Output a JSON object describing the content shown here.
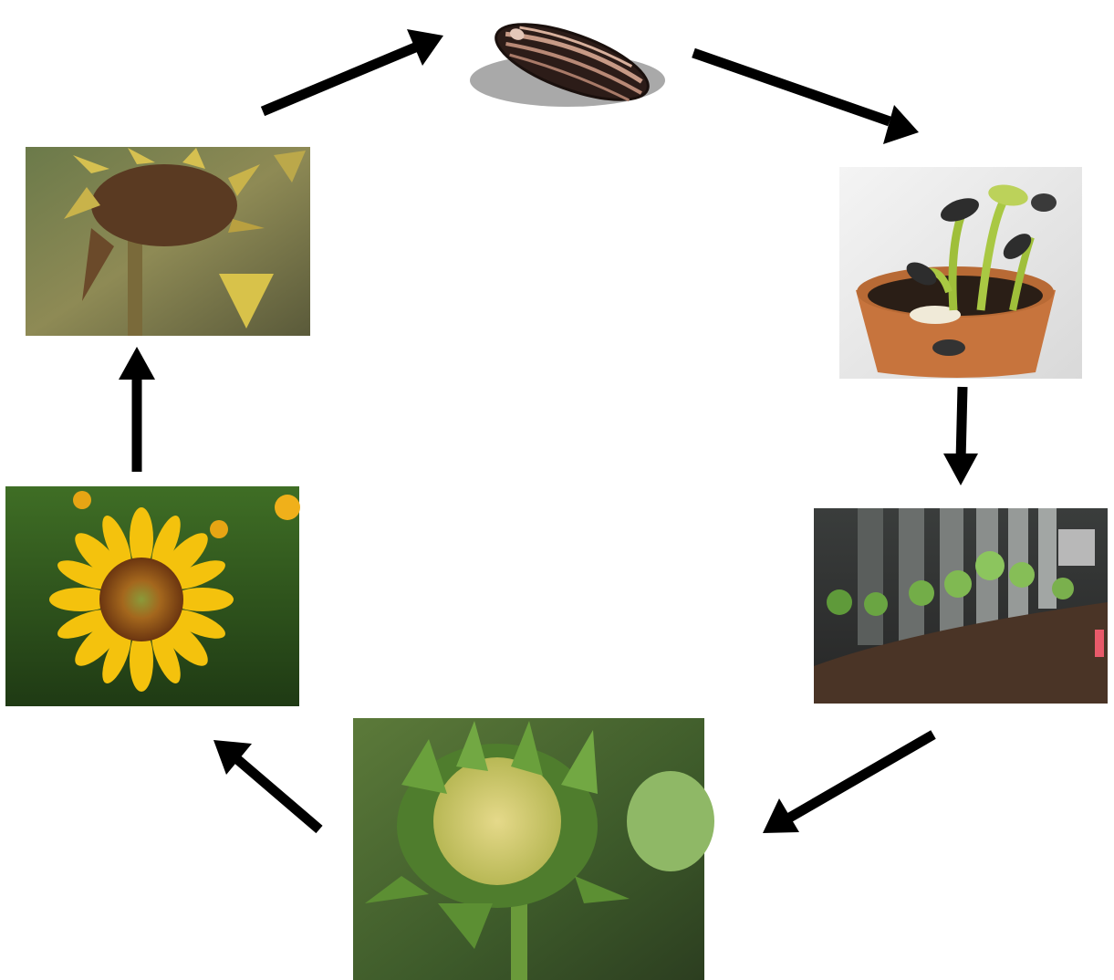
{
  "diagram": {
    "type": "cycle",
    "stages": [
      {
        "id": "seed",
        "icon": "sunflower-seed-icon"
      },
      {
        "id": "sprouting-seedlings",
        "icon": "seedlings-in-pot-photo"
      },
      {
        "id": "young-plants",
        "icon": "young-sunflower-plants-photo"
      },
      {
        "id": "flower-bud",
        "icon": "sunflower-bud-photo"
      },
      {
        "id": "blooming-flower",
        "icon": "blooming-sunflower-photo"
      },
      {
        "id": "wilting-flower",
        "icon": "wilting-sunflower-head-photo"
      }
    ],
    "arrows": [
      {
        "from": "seed",
        "to": "sprouting-seedlings"
      },
      {
        "from": "sprouting-seedlings",
        "to": "young-plants"
      },
      {
        "from": "young-plants",
        "to": "flower-bud"
      },
      {
        "from": "flower-bud",
        "to": "blooming-flower"
      },
      {
        "from": "blooming-flower",
        "to": "wilting-flower"
      },
      {
        "from": "wilting-flower",
        "to": "seed"
      }
    ],
    "colors": {
      "arrow": "#000000",
      "background": "#ffffff",
      "seed_dark": "#3a2620",
      "seed_stripe": "#c79a86",
      "sunflower_petal": "#f4c20d",
      "sunflower_center": "#9a4f12",
      "foliage": "#3f6e25"
    }
  }
}
